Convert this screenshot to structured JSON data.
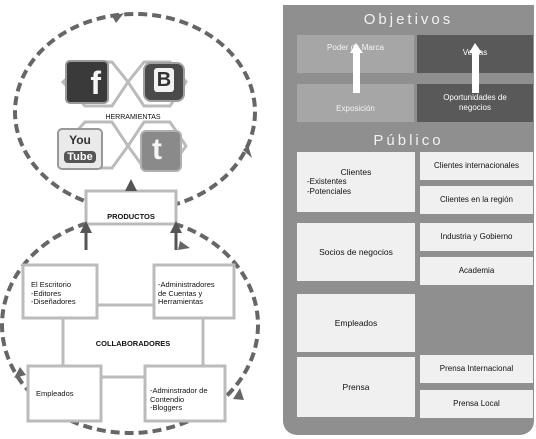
{
  "left": {
    "tools_label": "HERRAMIENTAS",
    "products_label": "PRODUCTOS",
    "collaborators_label": "COLLABORADORES",
    "icons": [
      "facebook-icon",
      "blogger-icon",
      "youtube-icon",
      "twitter-icon"
    ],
    "icon_letters": {
      "facebook": "f",
      "blogger": "B",
      "youtube_top": "You",
      "youtube_bottom": "Tube",
      "twitter": "t"
    },
    "boxes": {
      "top_left": "El Escritorio\n-Editores\n-Diseñadores",
      "top_right": "-Administradores\nde Cuentas y\nHerramientas",
      "bottom_left": "Empleados",
      "bottom_right": "-Adminstrador de\nContendio\n-Bloggers"
    }
  },
  "right": {
    "objectives_title": "Objetivos",
    "public_title": "Público",
    "objectives": {
      "brand_power": "Poder de Marca",
      "sales": "Ventas",
      "exposure": "Exposición",
      "opportunities": "Oportunidades de\nnegocios"
    },
    "audience": [
      {
        "label": "Clientes",
        "sub": "-Existentes\n-Potenciales",
        "items": [
          "Clientes internacionales",
          "Clientes en la región"
        ]
      },
      {
        "label": "Socios de negocios",
        "items": [
          "Industria y Gobierno",
          "Academia"
        ]
      },
      {
        "label": "Empleados",
        "items": []
      },
      {
        "label": "Prensa",
        "items": [
          "Prensa Internacional",
          "Prensa Local"
        ]
      }
    ]
  },
  "colors": {
    "panel": "#8f8f8f",
    "light_box": "#f0f0f0",
    "mid_box": "#a6a6a6",
    "dark_box": "#595959",
    "ring": "#666666"
  }
}
